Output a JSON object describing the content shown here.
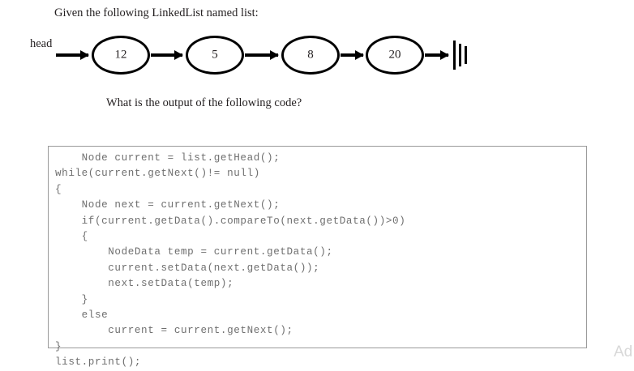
{
  "prose": {
    "intro": "Given the following LinkedList named list:",
    "question": "What is the output of the following code?"
  },
  "diagram": {
    "head_label": "head",
    "nodes": [
      {
        "value": "12"
      },
      {
        "value": "5"
      },
      {
        "value": "8"
      },
      {
        "value": "20"
      }
    ],
    "terminator": "ground-symbol",
    "arrow_count": 5
  },
  "code": {
    "language": "java",
    "text": "    Node current = list.getHead();\nwhile(current.getNext()!= null)\n{\n    Node next = current.getNext();\n    if(current.getData().compareTo(next.getData())>0)\n    {\n        NodeData temp = current.getData();\n        current.setData(next.getData());\n        next.setData(temp);\n    }\n    else\n        current = current.getNext();\n}\nlist.print();",
    "lines": [
      "    Node current = list.getHead();",
      "while(current.getNext()!= null)",
      "{",
      "    Node next = current.getNext();",
      "    if(current.getData().compareTo(next.getData())>0)",
      "    {",
      "        NodeData temp = current.getData();",
      "        current.setData(next.getData());",
      "        next.setData(temp);",
      "    }",
      "    else",
      "        current = current.getNext();",
      "}",
      "list.print();"
    ]
  },
  "watermark": {
    "text": "Ad"
  },
  "colors": {
    "page_background": "#ffffff",
    "prose_text": "#231f20",
    "code_text": "#6f6f6f",
    "code_border": "#9a9a9a",
    "diagram_stroke": "#000000",
    "watermark_text": "#d8d8d8"
  }
}
